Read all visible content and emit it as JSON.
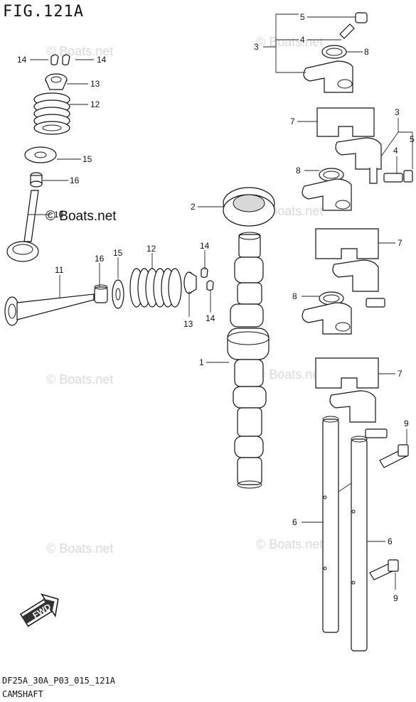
{
  "header": {
    "figure_label": "FIG.121A"
  },
  "footer": {
    "doc_code": "DF25A_30A_P03_015_121A",
    "section_name": "CAMSHAFT"
  },
  "watermark": {
    "text": "© Boats.net"
  },
  "callouts": {
    "c1": "1",
    "c2": "2",
    "c3a": "3",
    "c3b": "3",
    "c4a": "4",
    "c4b": "4",
    "c5a": "5",
    "c5b": "5",
    "c6a": "6",
    "c6b": "6",
    "c7a": "7",
    "c7b": "7",
    "c7c": "7",
    "c8a": "8",
    "c8b": "8",
    "c8c": "8",
    "c9a": "9",
    "c9b": "9",
    "c10": "10",
    "c11": "11",
    "c12a": "12",
    "c12b": "12",
    "c13a": "13",
    "c13b": "13",
    "c14a": "14",
    "c14b": "14",
    "c14c": "14",
    "c14d": "14",
    "c15a": "15",
    "c15b": "15",
    "c16a": "16",
    "c16b": "16"
  },
  "fwd_label": "FWD"
}
